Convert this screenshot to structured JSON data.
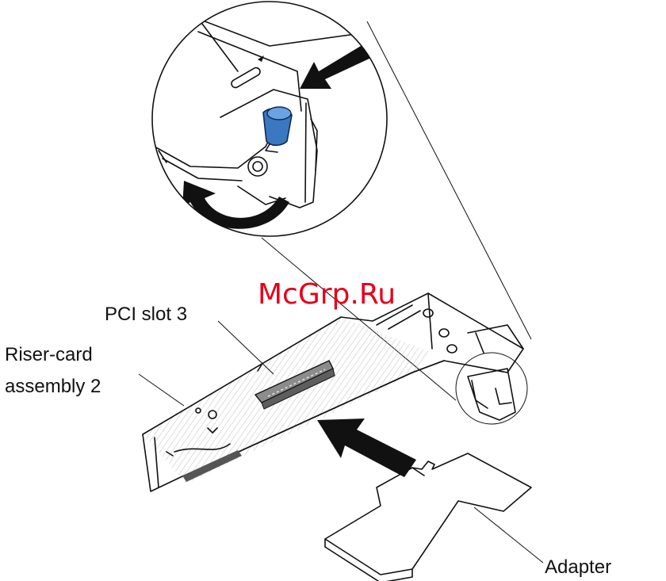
{
  "watermark": "McGrp.Ru",
  "labels": {
    "pci_slot": "PCI slot 3",
    "riser_line1": "Riser-card",
    "riser_line2": "assembly 2",
    "adapter": "Adapter"
  },
  "colors": {
    "latch_blue": "#3a78c2",
    "watermark_red": "#e4001b",
    "line": "#111111"
  },
  "icons": [
    "push-arrow-icon",
    "rotate-arrow-icon",
    "insert-arrow-icon"
  ]
}
